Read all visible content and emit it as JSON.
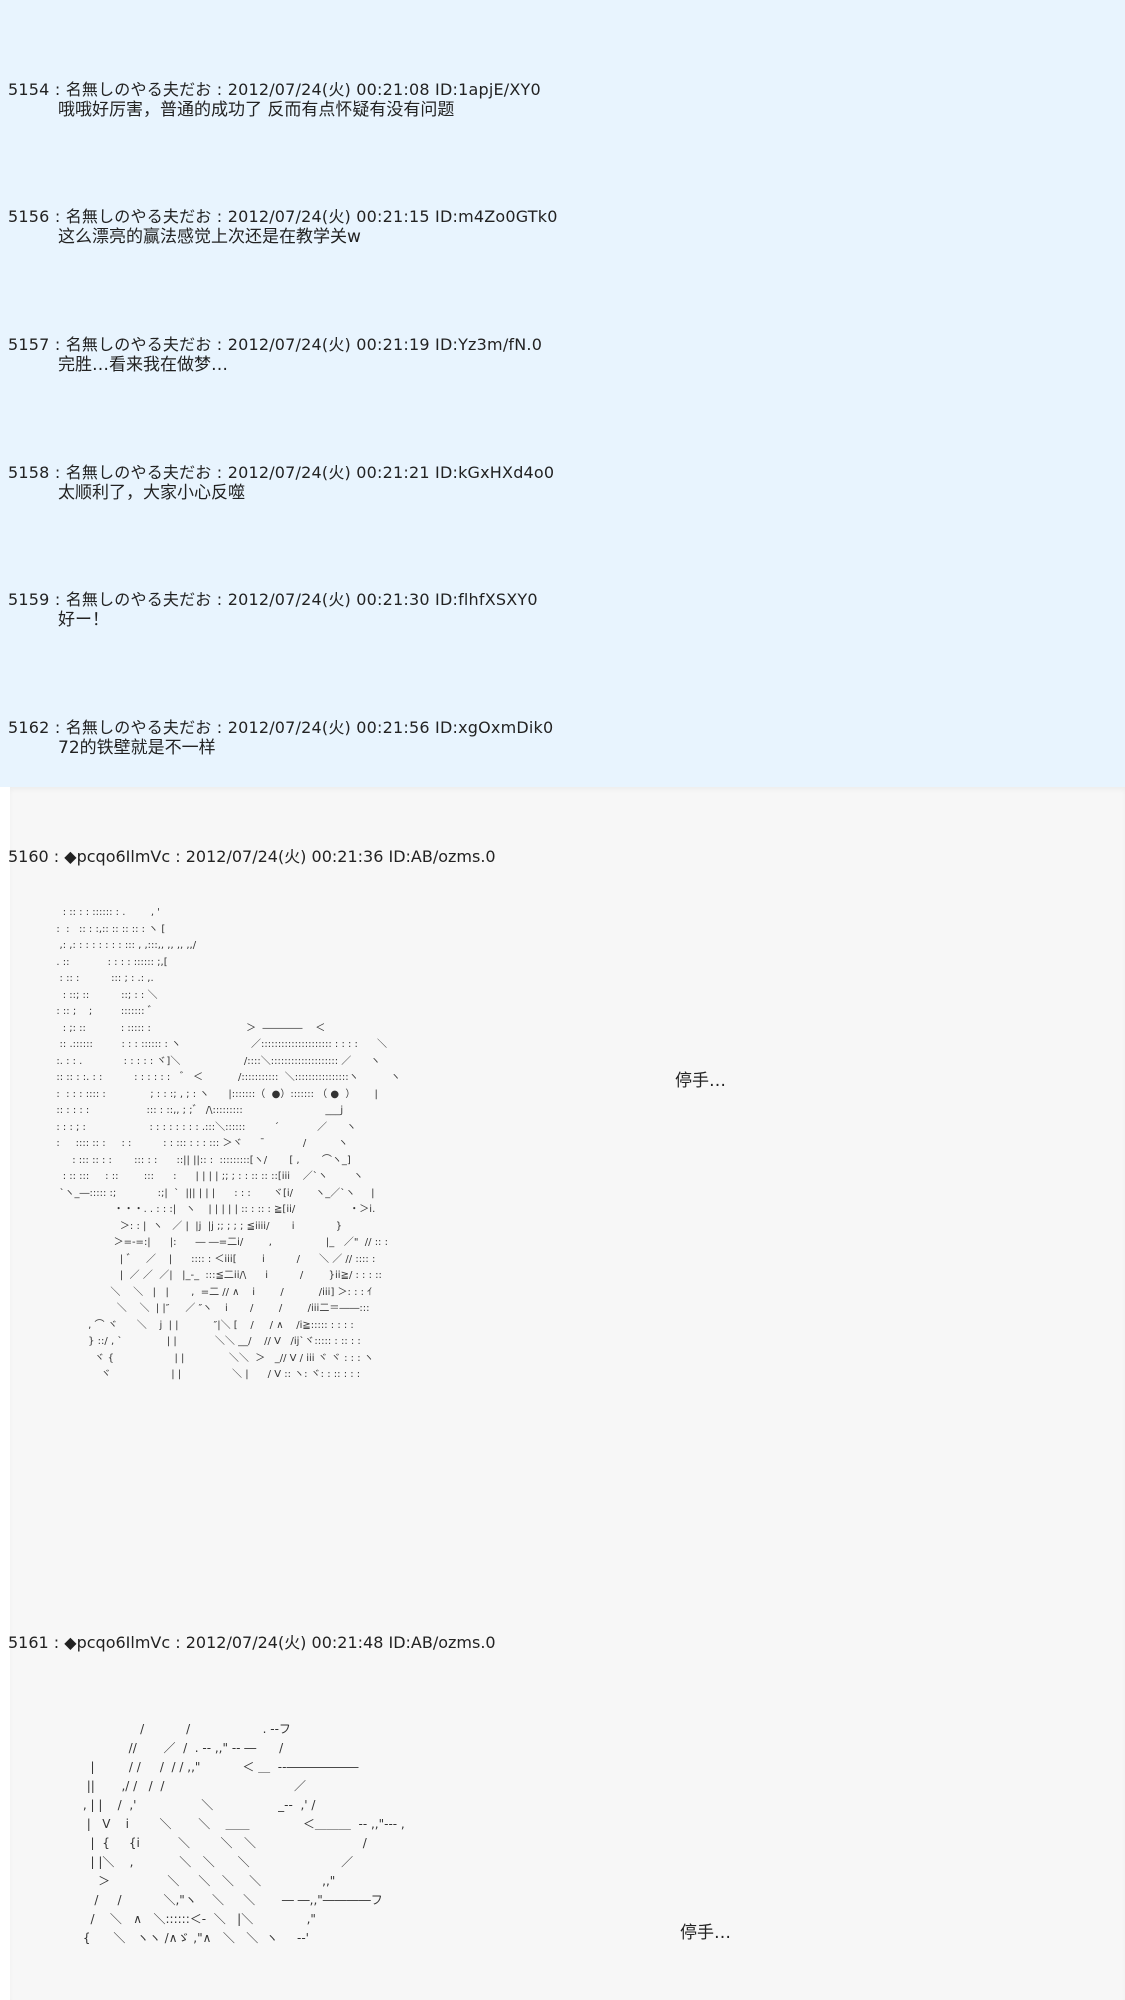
{
  "comments": [
    {
      "no": "5154",
      "name": "名無しのやる夫だお",
      "date": "2012/07/24(火) 00:21:08",
      "id": "ID:1apjE/XY0",
      "text": "哦哦好厉害，普通的成功了 反而有点怀疑有没有问题"
    },
    {
      "no": "5156",
      "name": "名無しのやる夫だお",
      "date": "2012/07/24(火) 00:21:15",
      "id": "ID:m4Zo0GTk0",
      "text": "这么漂亮的赢法感觉上次还是在教学关w"
    },
    {
      "no": "5157",
      "name": "名無しのやる夫だお",
      "date": "2012/07/24(火) 00:21:19",
      "id": "ID:Yz3m/fN.0",
      "text": "完胜…看来我在做梦…"
    },
    {
      "no": "5158",
      "name": "名無しのやる夫だお",
      "date": "2012/07/24(火) 00:21:21",
      "id": "ID:kGxHXd4o0",
      "text": "太顺利了，大家小心反噬"
    },
    {
      "no": "5159",
      "name": "名無しのやる夫だお",
      "date": "2012/07/24(火) 00:21:30",
      "id": "ID:flhfXSXY0",
      "text": "好ー！"
    },
    {
      "no": "5162",
      "name": "名無しのやる夫だお",
      "date": "2012/07/24(火) 00:21:56",
      "id": "ID:xgOxmDik0",
      "text": "72的铁壁就是不一样"
    }
  ],
  "aa_posts": [
    {
      "no": "5160",
      "trip": "◆pcqo6IlmVc",
      "date": "2012/07/24(火) 00:21:36",
      "id": "ID:AB/ozms.0",
      "caption": "停手…",
      "art": "    : :: : : :::::: : .        , '\n  :  :   :: : :,:: :: :: :: : ヽ [\n   ,: ,: : : : : : : : ::: , ,:::,, ,, ,, ,,/\n  . ::            : : : : :::::: ;,[\n   : :: :          ::: ; : .: ,.\n    : ::; ::          ::; : : ＼\n  : :: ;    ;         ::::::: ゛\n    : ;: ::           : ::::: :                              ＞  ――――    ＜\n   :: .::::::         : : : :::::: : ヽ                      ／::::::::::::::::::::: : : : :      ＼\n  :. : : .             : : : : : ヾ]＼                    /::::＼:::::::::::::::::::: ／      ヽ\n  :: :: : :. : :          : : : : : :   ゛ ＜           /:::::::::::  ＼::::::::::::::::ヽ          ヽ\n  :  : : : :::: :              ; : : :; , ; : ヽ      |:::::::（  ●）::::::: （ ●  ）      |\n  :: : : : :                  ::: : ::,, ; ;゛ /\\:::::::::                          ___j\n  : : : ; :                    : : : : : : : : .:::＼::::::         ´            ／      ヽ\n  :     :::: :: :     : :          : : ::: : : : ::: ＞ヾ       ̄            /          ヽ\n       : ::: :: : :       ::: : :      ::|| ||:: :  :::::::::[ヽ/       [ ,       ⌒ヽ_]\n    : :: :::     : ::        :::      :      | | | | ;; ; : : :: :: ::[iii    ／`ヽ        ヽ\n   `ヽ_―::::: :;             :;|  `  ||| | | |      : : :       ヾ[i/       ヽ_／`ヽ     |\n                    ・・・. . : : :|   ヽ    | | | | | :: : :: : ≧[ii/                 ・＞i.\n                      ＞: : |  ヽ   ／ |  |j  |j ;; ; ; ; ≦iiii/       i             }\n                    ＞=-=:|      |:      ― ―=二i/        ,                 |_   ／\"  // :: :\n                      | ゛   ／    |      :::: : ＜iii[        i          /      ＼ ／ // :::: :\n                      |  ／ ／  ／|   |_-_  :::≦二ii/\\      i          /        }ii≧/ : : : ::\n                   ＼    ＼   |   |       ,  =二 // ∧    i        /           /iii] ＞: : : ｲ\n                     ＼    ＼  | |″     ／ ″ヽ    i       /        /        /iii二＝――:::\n            , ⌒ ヾ      ＼    j  | |           ″|＼ [    /     / ∧    /i≧::::: : : : :\n            } ::/ , `              | |            ＼＼ __/    // V   /ij`ヾ::::: : :: : :\n              ヾ {                   | |              ＼＼  ＞   _// V / iii ヾ ヾ : : : ヽ\n                ヾ                   | |                ＼ |      / V :: ヽ: ヾ: : :: : : :"
    },
    {
      "no": "5161",
      "trip": "◆pcqo6IlmVc",
      "date": "2012/07/24(火) 00:21:48",
      "id": "ID:AB/ozms.0",
      "caption": "停手…",
      "art": "                     /           /                   . --フ\n                  //       ／  /  . -- ,,\" -- ―      /\n        |         / /     /  / / ,,\"           ＜ ＿  --――――――\n       ||       ,/ /   /  /                                  ／\n      , | |    /  ,'                 ＼                 _--  ,' /\n       |   V    i        ＼       ＼    ＿＿              ＜＿＿＿  -- ,,\"--- ,\n        |  {     {i          ＼        ＼   ＼                            /\n        | |＼    ,            ＼   ＼      ＼                        ／\n          ＞               ＼     ＼   ＼    ＼                ,,\"\n         /     /           ＼,\"ヽ    ＼     ＼       ― ―,,\"――――フ\n        /    ＼   ∧   ＼::::::＜-  ＼   |＼              ,\"\n      {      ＼   ヽヽ /∧ゞ ,\"∧   ＼   ＼  ヽ     --'"
    }
  ]
}
